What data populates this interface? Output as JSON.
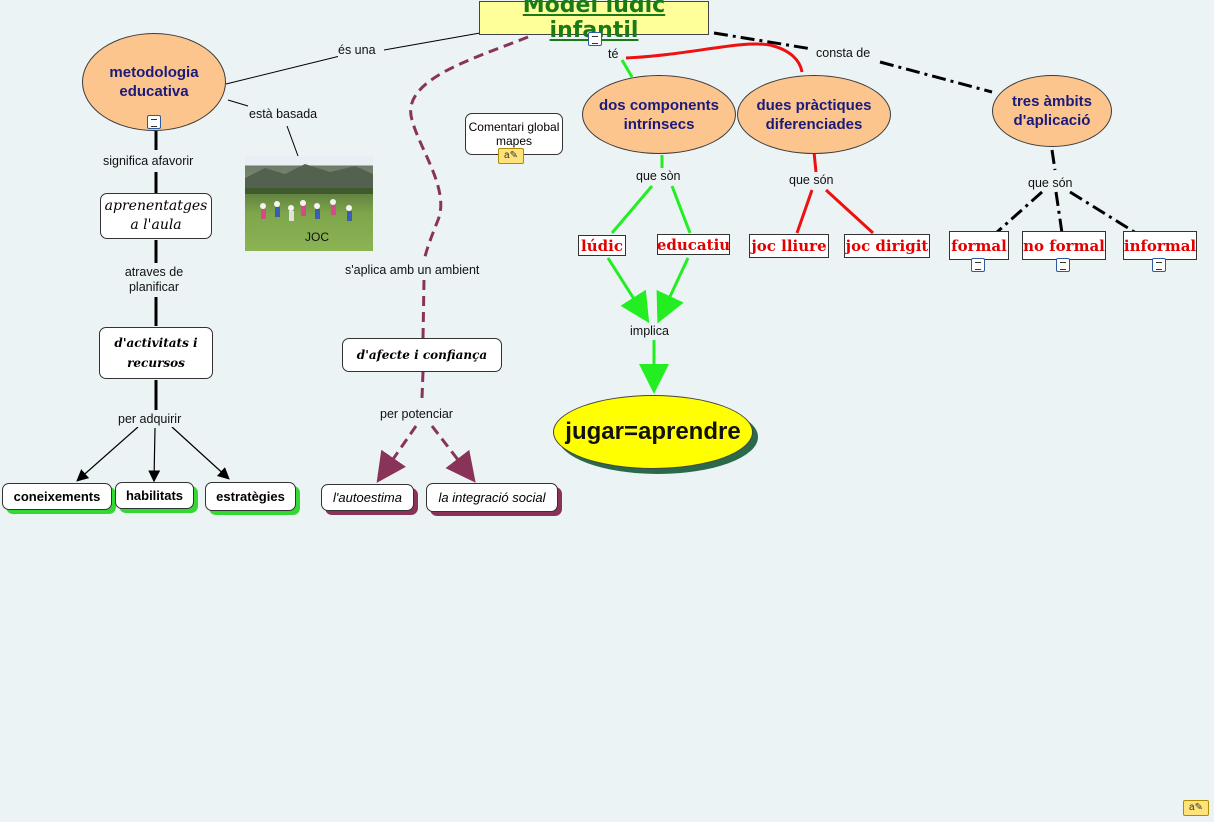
{
  "nodes": {
    "title": "Model lúdic infantil",
    "metodologia": "metodologia educativa",
    "comentari": "Comentari global mapes",
    "components": "dos components intrínsecs",
    "practiques": "dues pràctiques diferenciades",
    "ambits": "tres àmbits d'aplicació",
    "aprenentatges": "aprenentatges a l'aula",
    "activitats": "d'activitats i recursos",
    "coneixements": "coneixements",
    "habilitats": "habilitats",
    "estrategies": "estratègies",
    "afecte": "d'afecte i confiança",
    "autoestima": "l'autoestima",
    "integracio": "la integració social",
    "ludic": "lúdic",
    "educatiu": "educatiu",
    "joc_lliure": "joc lliure",
    "joc_dirigit": "joc dirigit",
    "formal": "formal",
    "no_formal": "no formal",
    "informal": "informal",
    "jugar": "jugar=aprendre",
    "photo_caption": "JOC"
  },
  "links": {
    "es_una": "és una",
    "esta_basada": "està basada",
    "significa": "significa afavorir",
    "atraves": "atraves de planificar",
    "per_adquirir": "per adquirir",
    "saplica": "s'aplica amb un ambient",
    "per_potenciar": "per potenciar",
    "te": "té",
    "consta": "consta de",
    "que_son1": "que sòn",
    "que_son2": "que són",
    "que_son3": "que són",
    "implica": "implica"
  },
  "colors": {
    "oval": "#fdc58e",
    "green": "#22ee22",
    "red": "#ee1111",
    "purple": "#8a3358",
    "title_bg": "#ffff99"
  }
}
